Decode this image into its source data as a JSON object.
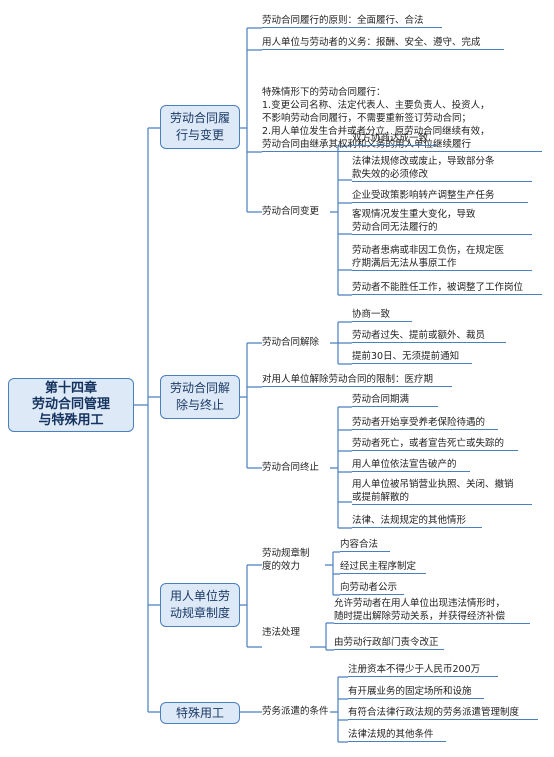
{
  "root": {
    "label": "第十四章\n劳动合同管理\n与特殊用工"
  },
  "branches": {
    "fulfillment": {
      "label": "劳动合同履\n行与变更",
      "principle": "劳动合同履行的原则：全面履行、合法",
      "obligation": "用人单位与劳动者的义务：报酬、安全、遵守、完成",
      "special_cases": "特殊情形下的劳动合同履行：\n1.变更公司名称、法定代表人、主要负责人、投资人，\n不影响劳动合同履行，不需要重新签订劳动合同；\n2.用人单位发生合并或者分立，原劳动合同继续有效，\n劳动合同由继承其权利和义务的用人单位继续履行",
      "change": {
        "label": "劳动合同变更",
        "items": [
          "双方协商达成一致",
          "法律法规修改或废止，导致部分条\n款失效的必须修改",
          "企业受政策影响转产调整生产任务",
          "客观情况发生重大变化，导致\n劳动合同无法履行的",
          "劳动者患病或非因工负伤，在规定医\n疗期满后无法从事原工作",
          "劳动者不能胜任工作，被调整了工作岗位"
        ]
      }
    },
    "termination": {
      "label": "劳动合同解\n除与终止",
      "dissolution": {
        "label": "劳动合同解除",
        "items": [
          "协商一致",
          "劳动者过失、提前或额外、裁员",
          "提前30日、无须提前通知"
        ]
      },
      "restriction": "对用人单位解除劳动合同的限制：医疗期",
      "end": {
        "label": "劳动合同终止",
        "items": [
          "劳动合同期满",
          "劳动者开始享受养老保险待遇的",
          "劳动者死亡，或者宣告死亡或失踪的",
          "用人单位依法宣告破产的",
          "用人单位被吊销营业执照、关闭、撤销\n或提前解散的",
          "法律、法规规定的其他情形"
        ]
      }
    },
    "rules": {
      "label": "用人单位劳\n动规章制度",
      "effect": {
        "label": "劳动规章制\n度的效力",
        "items": [
          "内容合法",
          "经过民主程序制定",
          "向劳动者公示"
        ]
      },
      "violation": {
        "label": "违法处理",
        "items": [
          "允许劳动者在用人单位出现违法情形时，\n随时提出解除劳动关系，并获得经济补偿",
          "由劳动行政部门责令改正"
        ]
      }
    },
    "special": {
      "label": "特殊用工",
      "dispatch": {
        "label": "劳务派遣的条件",
        "items": [
          "注册资本不得少于人民币200万",
          "有开展业务的固定场所和设施",
          "有符合法律行政法规的劳务派遣管理制度",
          "法律法规的其他条件"
        ]
      }
    }
  },
  "colors": {
    "line": "#4a7fc0",
    "box_fill": "#dde9f7",
    "root_text": "#14325e"
  }
}
